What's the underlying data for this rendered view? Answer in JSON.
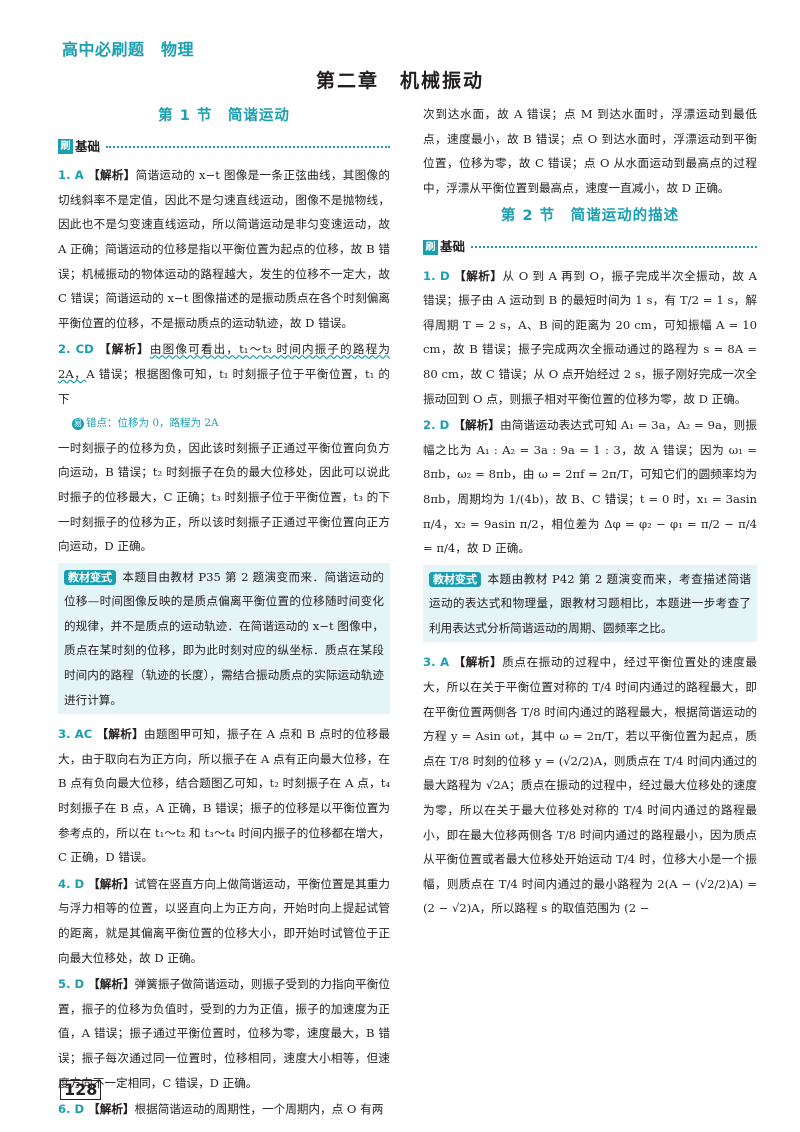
{
  "header": {
    "book_title": "高中必刷题　物理",
    "chapter_title": "第二章　机械振动",
    "page_number": "128"
  },
  "left": {
    "section_title": "第 1 节　简谐运动",
    "base_label": "基础",
    "brush_char": "刷",
    "q1": {
      "num": "1. A",
      "tag": "【解析】",
      "text": "简谐运动的 x−t 图像是一条正弦曲线，其图像的切线斜率不是定值，因此不是匀速直线运动，图像不是抛物线，因此也不是匀变速直线运动，所以简谐运动是非匀变速运动，故 A 正确；简谐运动的位移是指以平衡位置为起点的位移，故 B 错误；机械振动的物体运动的路程越大，发生的位移不一定大，故 C 错误；简谐运动的 x−t 图像描述的是振动质点在各个时刻偏离平衡位置的位移，不是振动质点的运动轨迹，故 D 错误。"
    },
    "q2": {
      "num": "2. CD",
      "tag": "【解析】",
      "text1": "由图像可看出，t₁～t₃ 时间内振子的路程为 2A，",
      "text2": "A 错误；根据图像可知，t₁ 时刻振子位于平衡位置，t₁ 的下",
      "err_icon": "易",
      "err_text": "错点：位移为 0，路程为 2A",
      "text3": "一时刻振子的位移为负，因此该时刻振子正通过平衡位置向负方向运动，B 错误；t₂ 时刻振子在负的最大位移处，因此可以说此时振子的位移最大，C 正确；t₃ 时刻振子位于平衡位置，t₃ 的下一时刻振子的位移为正，所以该时刻振子正通过平衡位置向正方向运动，D 正确。"
    },
    "box1": {
      "tag": "教材变式",
      "text": "本题目由教材 P35 第 2 题演变而来．简谐运动的位移—时间图像反映的是质点偏离平衡位置的位移随时间变化的规律，并不是质点的运动轨迹．在简谐运动的 x−t 图像中，质点在某时刻的位移，即为此时刻对应的纵坐标．质点在某段时间内的路程（轨迹的长度），需结合振动质点的实际运动轨迹进行计算。"
    },
    "q3": {
      "num": "3. AC",
      "tag": "【解析】",
      "text": "由题图甲可知，振子在 A 点和 B 点时的位移最大，由于取向右为正方向，所以振子在 A 点有正向最大位移，在 B 点有负向最大位移，结合题图乙可知，t₂ 时刻振子在 A 点，t₄ 时刻振子在 B 点，A 正确，B 错误；振子的位移是以平衡位置为参考点的，所以在 t₁～t₂ 和 t₃～t₄ 时间内振子的位移都在增大，C 正确，D 错误。"
    },
    "q4": {
      "num": "4. D",
      "tag": "【解析】",
      "text": "试管在竖直方向上做简谐运动，平衡位置是其重力与浮力相等的位置，以竖直向上为正方向，开始时向上提起试管的距离，就是其偏离平衡位置的位移大小，即开始时试管位于正向最大位移处，故 D 正确。"
    },
    "q5": {
      "num": "5. D",
      "tag": "【解析】",
      "text": "弹簧振子做简谐运动，则振子受到的力指向平衡位置，振子的位移为负值时，受到的力为正值，振子的加速度为正值，A 错误；振子通过平衡位置时，位移为零，速度最大，B 错误；振子每次通过同一位置时，位移相同，速度大小相等，但速度方向不一定相同，C 错误，D 正确。"
    },
    "q6": {
      "num": "6. D",
      "tag": "【解析】",
      "text": "根据简谐运动的周期性，一个周期内，点 O 有两"
    }
  },
  "right": {
    "q6_cont": "次到达水面，故 A 错误；点 M 到达水面时，浮漂运动到最低点，速度最小，故 B 错误；点 O 到达水面时，浮漂运动到平衡位置，位移为零，故 C 错误；点 O 从水面运动到最高点的过程中，浮漂从平衡位置到最高点，速度一直减小，故 D 正确。",
    "section_title": "第 2 节　简谐运动的描述",
    "base_label": "基础",
    "brush_char": "刷",
    "q1": {
      "num": "1. D",
      "tag": "【解析】",
      "text": "从 O 到 A 再到 O，振子完成半次全振动，故 A 错误；振子由 A 运动到 B 的最短时间为 1 s，有 T/2 = 1 s，解得周期 T = 2 s，A、B 间的距离为 20 cm，可知振幅 A = 10 cm，故 B 错误；振子完成两次全振动通过的路程为 s = 8A = 80 cm，故 C 错误；从 O 点开始经过 2 s，振子刚好完成一次全振动回到 O 点，则振子相对平衡位置的位移为零，故 D 正确。"
    },
    "q2": {
      "num": "2. D",
      "tag": "【解析】",
      "text": "由简谐运动表达式可知 A₁ = 3a，A₂ = 9a，则振幅之比为 A₁ : A₂ = 3a : 9a = 1 : 3，故 A 错误；因为 ω₁ = 8πb，ω₂ = 8πb，由 ω = 2πf = 2π/T，可知它们的圆频率均为 8πb，周期均为 1/(4b)，故 B、C 错误；t = 0 时，x₁ = 3asin π/4，x₂ = 9asin π/2，相位差为 Δφ = φ₂ − φ₁ = π/2 − π/4 = π/4，故 D 正确。"
    },
    "box2": {
      "tag": "教材变式",
      "text": "本题由教材 P42 第 2 题演变而来，考查描述简谐运动的表达式和物理量，跟教材习题相比，本题进一步考查了利用表达式分析简谐运动的周期、圆频率之比。"
    },
    "q3": {
      "num": "3. A",
      "tag": "【解析】",
      "text": "质点在振动的过程中，经过平衡位置处的速度最大，所以在关于平衡位置对称的 T/4 时间内通过的路程最大，即在平衡位置两侧各 T/8 时间内通过的路程最大，根据简谐运动的方程 y = Asin ωt，其中 ω = 2π/T，若以平衡位置为起点，质点在 T/8 时刻的位移 y = (√2/2)A，则质点在 T/4 时间内通过的最大路程为 √2A；质点在振动的过程中，经过最大位移处的速度为零，所以在关于最大位移处对称的 T/4 时间内通过的路程最小，即在最大位移两侧各 T/8 时间内通过的路程最小，因为质点从平衡位置或者最大位移处开始运动 T/4 时，位移大小是一个振幅，则质点在 T/4 时间内通过的最小路程为 2(A − (√2/2)A) = (2 − √2)A，所以路程 s 的取值范围为 (2 −"
    }
  }
}
